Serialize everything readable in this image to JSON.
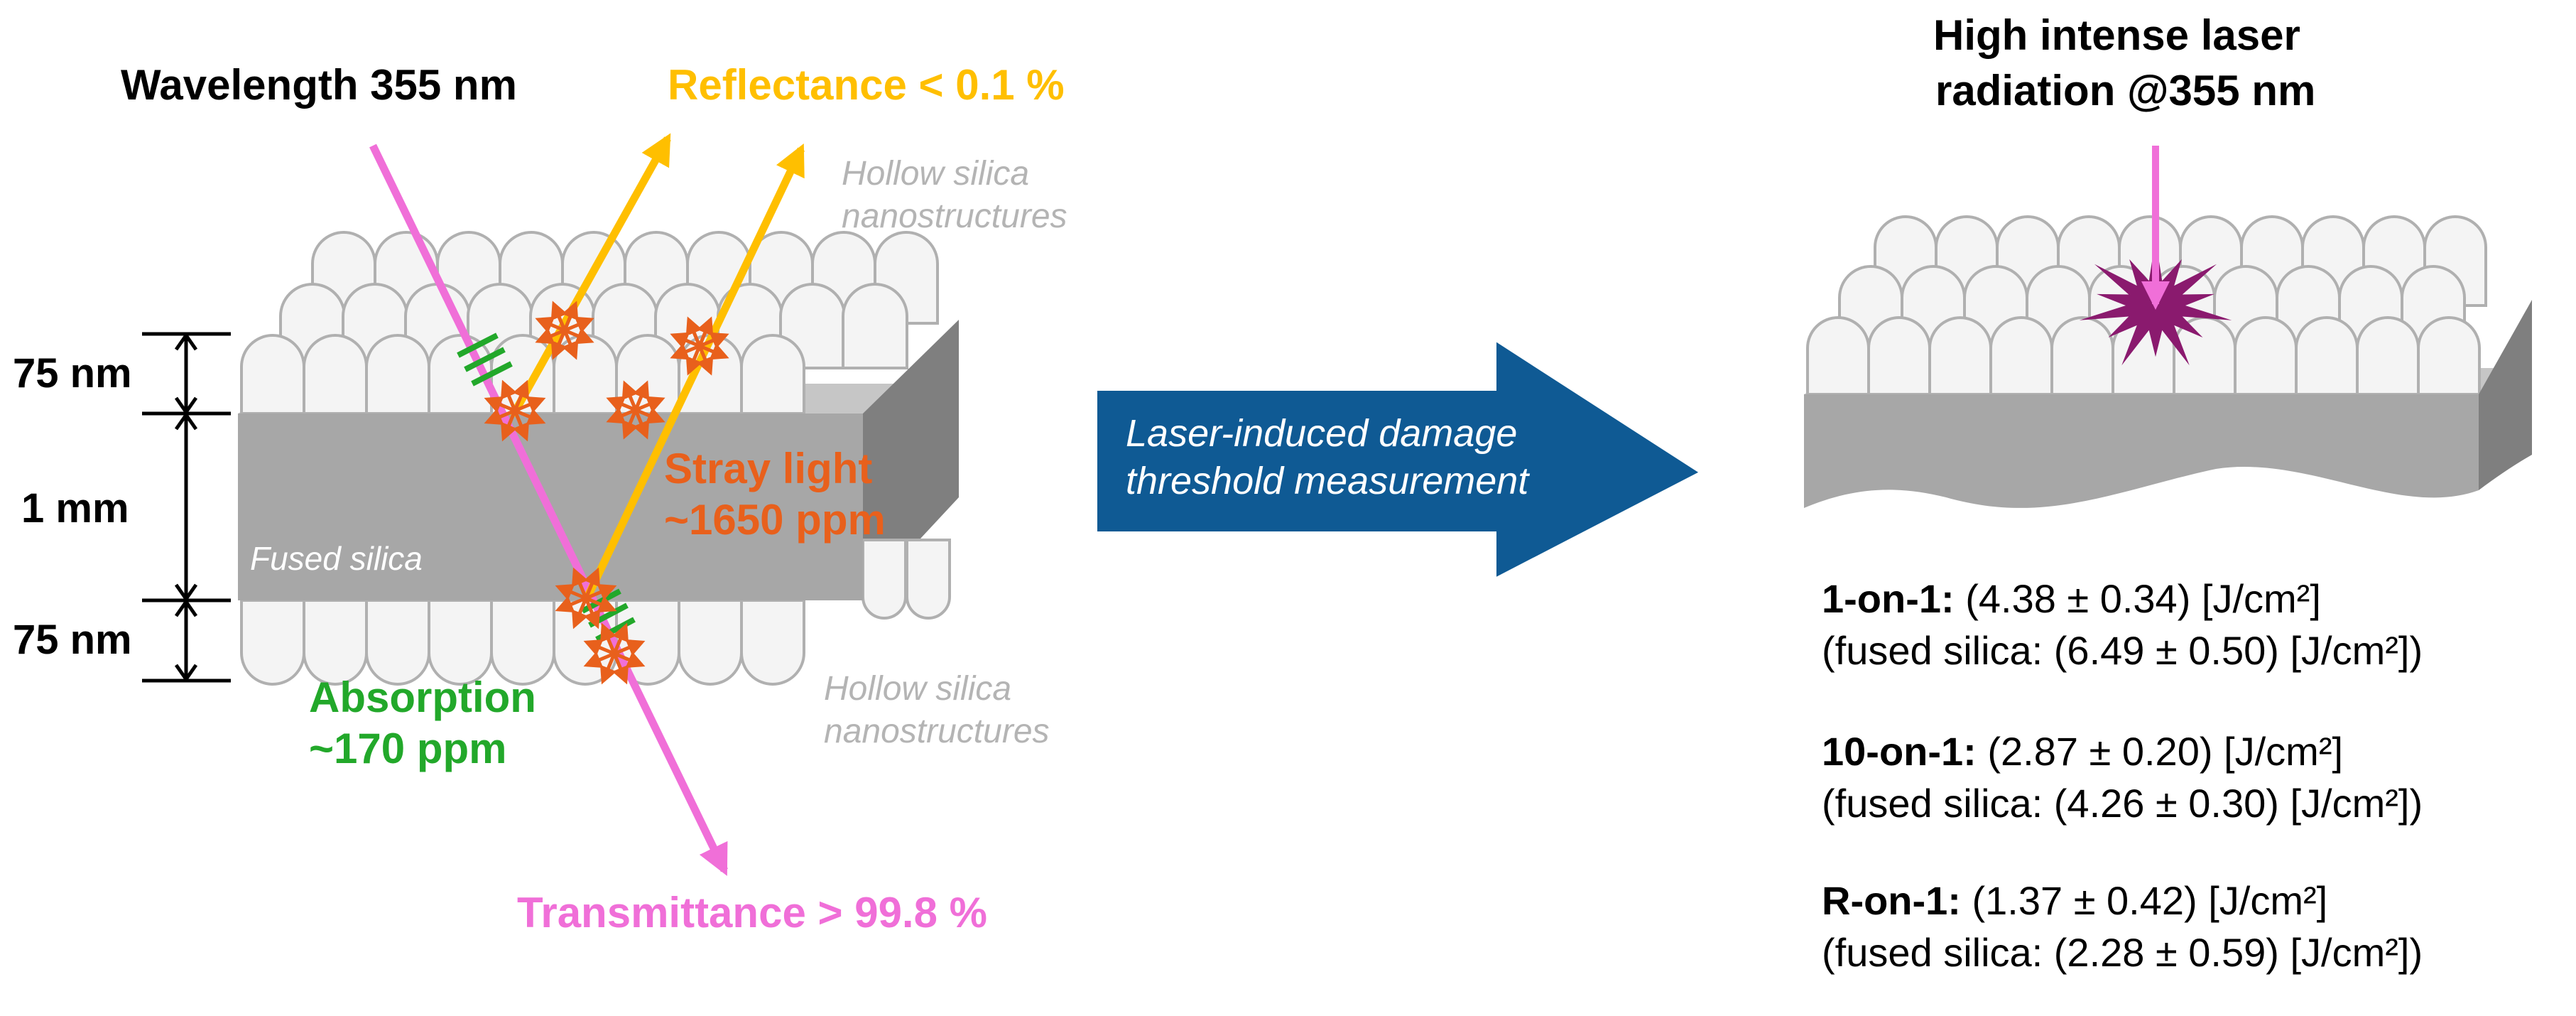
{
  "left": {
    "wavelength_label": "Wavelength 355 nm",
    "reflectance_label": "Reflectance < 0.1 %",
    "transmittance_label": "Transmittance > 99.8 %",
    "hollow_top_line1": "Hollow silica",
    "hollow_top_line2": "nanostructures",
    "hollow_bottom_line1": "Hollow silica",
    "hollow_bottom_line2": "nanostructures",
    "substrate_label": "Fused silica",
    "stray_light_line1": "Stray light",
    "stray_light_line2": "~1650 ppm",
    "absorption_line1": "Absorption",
    "absorption_line2": "~170 ppm",
    "dim_top": "75 nm",
    "dim_middle": "1 mm",
    "dim_bottom": "75 nm"
  },
  "arrow": {
    "line1": "Laser-induced damage",
    "line2": "threshold measurement"
  },
  "right": {
    "title_line1": "High intense laser",
    "title_line2": "radiation @355 nm",
    "results": [
      {
        "label": "1-on-1:",
        "value": " (4.38 ± 0.34) [J/cm²]",
        "ref": "(fused silica: (6.49 ± 0.50) [J/cm²])"
      },
      {
        "label": "10-on-1:",
        "value": " (2.87 ± 0.20) [J/cm²]",
        "ref": "(fused silica: (4.26 ± 0.30) [J/cm²])"
      },
      {
        "label": "R-on-1:",
        "value": " (1.37 ± 0.42) [J/cm²]",
        "ref": "(fused silica: (2.28 ± 0.59) [J/cm²])"
      }
    ]
  },
  "colors": {
    "transmitted_beam": "#f06fd8",
    "reflected_beam": "#ffbf00",
    "stray_light": "#e8601c",
    "absorption": "#22a82a",
    "damage_star": "#8a1a6e",
    "process_arrow": "#0f5a94",
    "nanostructure_label": "#b4b4b4",
    "substrate_front": "#a7a7a7",
    "substrate_top": "#c6c6c6",
    "substrate_side": "#7f7f7f"
  }
}
